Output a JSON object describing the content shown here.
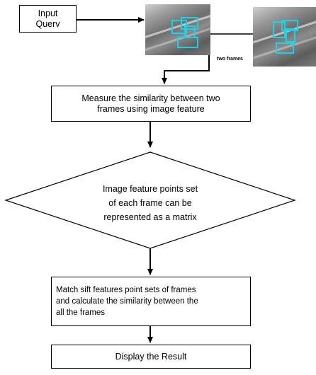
{
  "input_query": "Input\nQuerv",
  "two_frames": "two frames",
  "step_measure": "Measure the similarity between two\nframes using image feature",
  "decision_text": "Image feature points set\nof each frame can be\nrepresented as a matrix",
  "step_match": "Match sift features point sets of frames\nand calculate the similarity between the\nall the frames",
  "step_display": "Display the Result"
}
